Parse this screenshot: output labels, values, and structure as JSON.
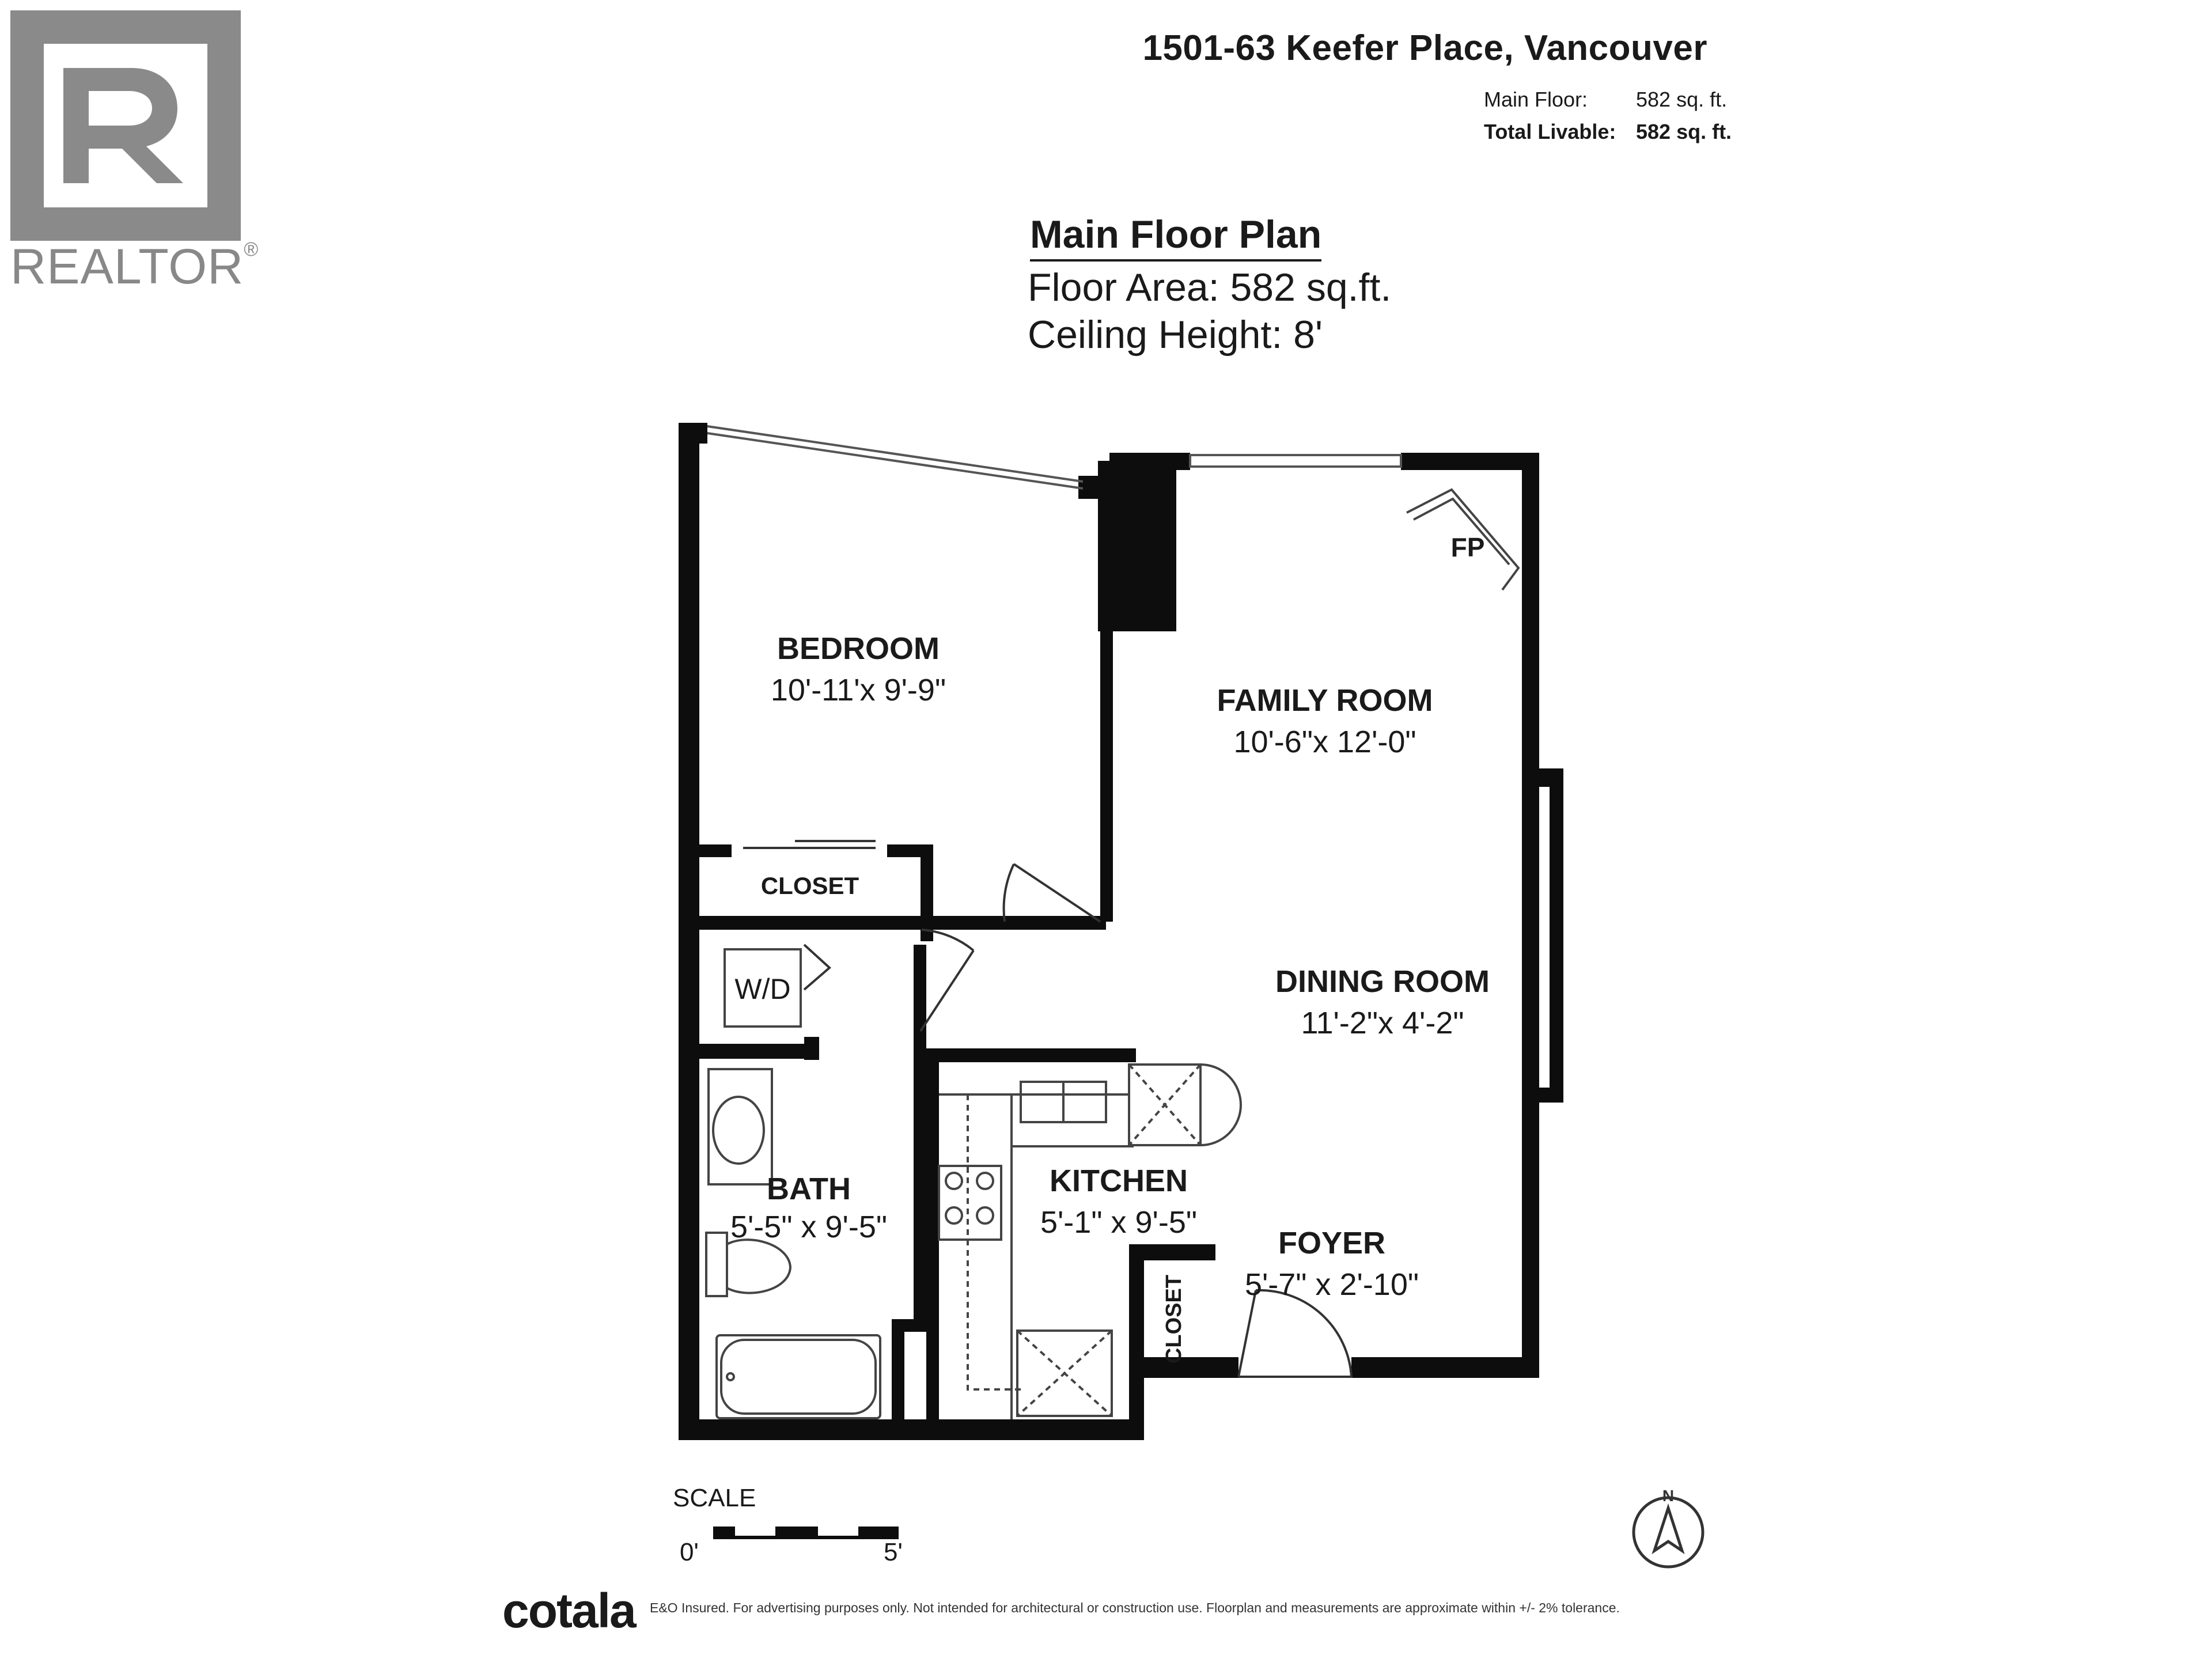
{
  "header": {
    "address": "1501-63 Keefer Place, Vancouver",
    "stats": [
      {
        "label": "Main Floor:",
        "value": "582 sq. ft.",
        "bold": false
      },
      {
        "label": "Total Livable:",
        "value": "582 sq. ft.",
        "bold": true
      }
    ]
  },
  "logo": {
    "letter": "R",
    "word": "REALTOR",
    "mark": "®",
    "color": "#8a8a8a"
  },
  "plan": {
    "title": "Main Floor Plan",
    "floor_area": "Floor Area: 582 sq.ft.",
    "ceiling_height": "Ceiling Height: 8'"
  },
  "rooms": [
    {
      "name": "BEDROOM",
      "dims": "10'-11'x 9'-9\""
    },
    {
      "name": "FAMILY ROOM",
      "dims": "10'-6\"x 12'-0\""
    },
    {
      "name": "DINING ROOM",
      "dims": "11'-2\"x  4'-2\""
    },
    {
      "name": "BATH",
      "dims": "5'-5\" x 9'-5\""
    },
    {
      "name": "KITCHEN",
      "dims": "5'-1\" x 9'-5\""
    },
    {
      "name": "FOYER",
      "dims": "5'-7\" x 2'-10\""
    }
  ],
  "fixtures": {
    "closet_bedroom": "CLOSET",
    "closet_foyer": "CLOSET",
    "washer_dryer": "W/D",
    "fireplace": "FP"
  },
  "scale": {
    "label": "SCALE",
    "start": "0'",
    "end": "5'"
  },
  "compass": {
    "label": "N"
  },
  "footer": {
    "brand": "cotala",
    "disclaimer": "E&O Insured. For advertising purposes only. Not intended for architectural or construction use. Floorplan and measurements are approximate within +/- 2% tolerance."
  },
  "colors": {
    "wall": "#0d0d0d",
    "line": "#555555",
    "logo": "#8a8a8a"
  }
}
